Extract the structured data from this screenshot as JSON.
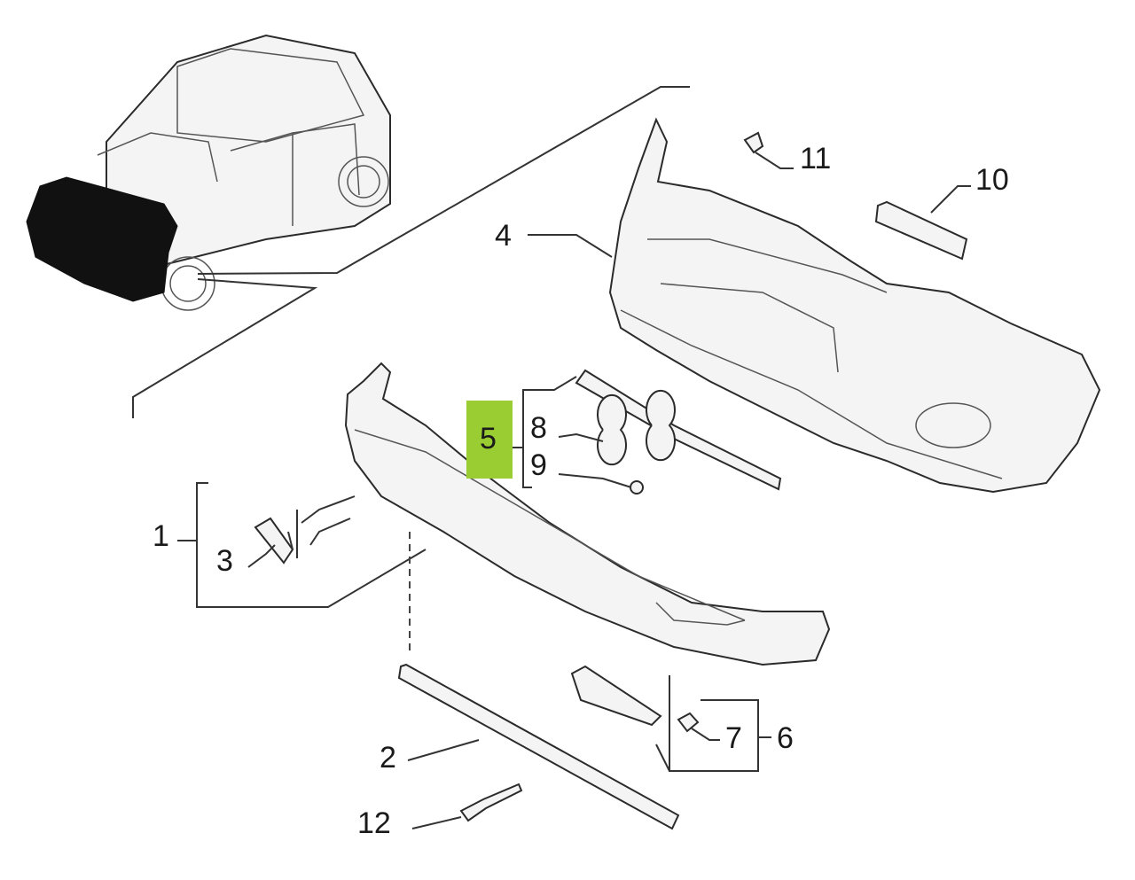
{
  "diagram": {
    "highlight_color": "#9acd32",
    "callouts": [
      {
        "id": "1",
        "text": "1"
      },
      {
        "id": "2",
        "text": "2"
      },
      {
        "id": "3",
        "text": "3"
      },
      {
        "id": "4",
        "text": "4"
      },
      {
        "id": "5",
        "text": "5",
        "highlighted": true
      },
      {
        "id": "6",
        "text": "6"
      },
      {
        "id": "7",
        "text": "7"
      },
      {
        "id": "8",
        "text": "8"
      },
      {
        "id": "9",
        "text": "9"
      },
      {
        "id": "10",
        "text": "10"
      },
      {
        "id": "11",
        "text": "11"
      },
      {
        "id": "12",
        "text": "12"
      }
    ]
  }
}
